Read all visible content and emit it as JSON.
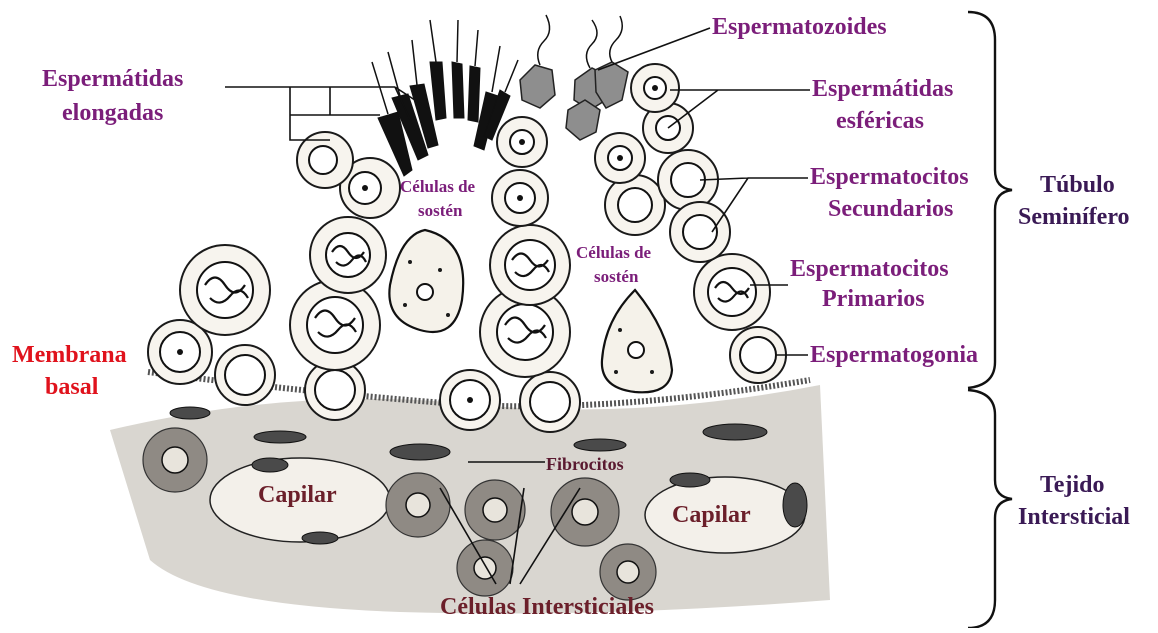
{
  "diagram": {
    "labels": {
      "espermatozoides": "Espermatozoides",
      "espermatidas_elongadas_1": "Espermátidas",
      "espermatidas_elongadas_2": "elongadas",
      "espermatidas_esfericas_1": "Espermátidas",
      "espermatidas_esfericas_2": "esféricas",
      "espermatocitos_secundarios_1": "Espermatocitos",
      "espermatocitos_secundarios_2": "Secundarios",
      "espermatocitos_primarios_1": "Espermatocitos",
      "espermatocitos_primarios_2": "Primarios",
      "espermatogonia": "Espermatogonia",
      "membrana_basal_1": "Membrana",
      "membrana_basal_2": "basal",
      "celulas_sosten_left_1": "Células de",
      "celulas_sosten_left_2": "sostén",
      "celulas_sosten_right_1": "Células de",
      "celulas_sosten_right_2": "sostén",
      "fibrocitos": "Fibrocitos",
      "capilar_left": "Capilar",
      "capilar_right": "Capilar",
      "celulas_intersticiales": "Células Intersticiales",
      "tubulo_seminifero_1": "Túbulo",
      "tubulo_seminifero_2": "Seminífero",
      "tejido_intersticial_1": "Tejido",
      "tejido_intersticial_2": "Intersticial"
    },
    "colors": {
      "cell_label": "#7b1e7a",
      "membrane_label": "#e0121c",
      "tissue_label": "#6b1f2a",
      "region_label": "#3a1a55"
    }
  }
}
